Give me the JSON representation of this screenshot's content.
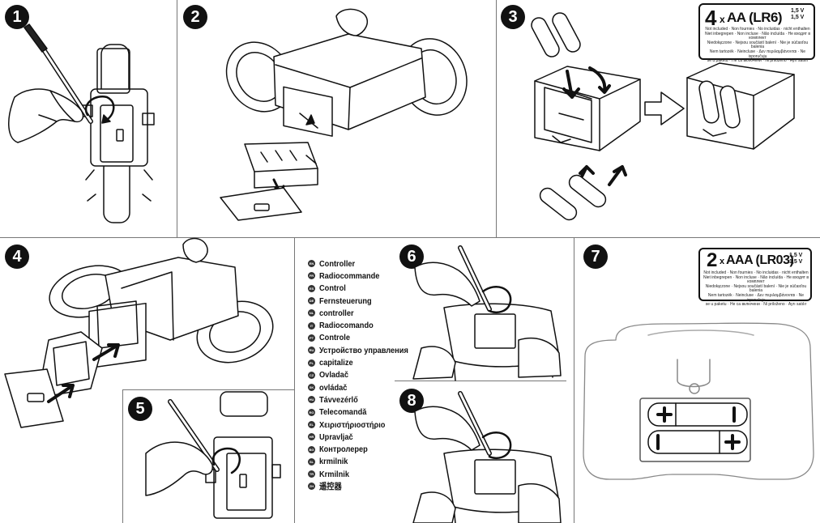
{
  "steps": {
    "s1": "1",
    "s2": "2",
    "s3": "3",
    "s4": "4",
    "s5": "5",
    "s6": "6",
    "s7": "7",
    "s8": "8"
  },
  "battery_aa": {
    "count": "4",
    "x": "x",
    "type": "AA (LR6)",
    "volt1": "1,5 V",
    "volt2": "1,5 V",
    "lines": [
      "Not included · Non fournies · No incluidas · nicht enthalten",
      "Niet inbegrepen · Non incluse · Não incluída · Не входят в комплект",
      "Niedołączone · Nejsou součástí balení · Nie je súčasťou balenia",
      "Nem tartozék · Neincluse · Δεν περιλαμβάνονται · Ne isporučuju",
      "se u paketu · Не са включени · Ni priloženo · Ayrı satılır"
    ]
  },
  "battery_aaa": {
    "count": "2",
    "x": "x",
    "type": "AAA (LR03)",
    "volt1": "1,5 V",
    "volt2": "1,5 V",
    "lines": [
      "Not included · Non fournies · No incluidas · nicht enthalten",
      "Niet inbegrepen · Non incluse · Não incluída · Не входят в комплект",
      "Niedołączone · Nejsou součástí balení · Nie je súčasťou balenia",
      "Nem tartozék · Neincluse · Δεν περιλαμβάνονται · Ne isporučuju",
      "se u paketu · Не са включени · Ni priloženo · Ayrı satılır"
    ]
  },
  "languages": [
    {
      "code": "EN",
      "label": "Controller"
    },
    {
      "code": "FR",
      "label": "Radiocommande"
    },
    {
      "code": "ES",
      "label": "Control"
    },
    {
      "code": "DE",
      "label": "Fernsteuerung"
    },
    {
      "code": "NL",
      "label": "controller"
    },
    {
      "code": "IT",
      "label": "Radiocomando"
    },
    {
      "code": "PT",
      "label": "Controle"
    },
    {
      "code": "RU",
      "label": "Устройство управления"
    },
    {
      "code": "PL",
      "label": "capitalize"
    },
    {
      "code": "CZ",
      "label": "Ovladač"
    },
    {
      "code": "SK",
      "label": "ovládač"
    },
    {
      "code": "HU",
      "label": "Távvezérlő"
    },
    {
      "code": "RO",
      "label": "Telecomandă"
    },
    {
      "code": "EL",
      "label": "Χειριστήριοστήριο"
    },
    {
      "code": "HR",
      "label": "Upravljač"
    },
    {
      "code": "BG",
      "label": "Контролерер"
    },
    {
      "code": "SL",
      "label": "krmilnik"
    },
    {
      "code": "TR",
      "label": "Krmilnik"
    },
    {
      "code": "ZH",
      "label": "遥控器"
    }
  ]
}
